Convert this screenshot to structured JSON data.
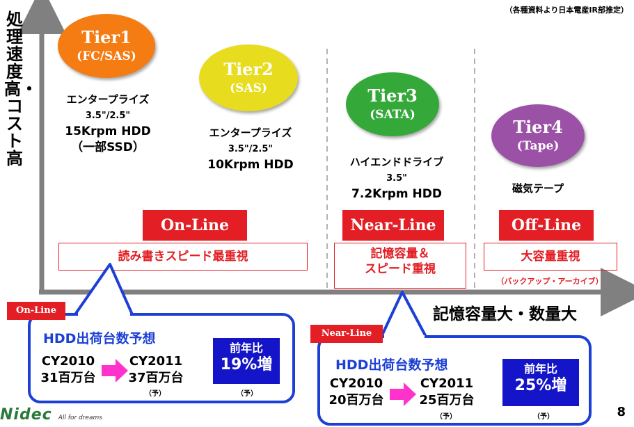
{
  "y_axis_label": "処理速度高・コスト高",
  "x_axis_label": "記憶容量大・数量大",
  "source_note": "（各種資料より日本電産IR部推定）",
  "tiers": [
    {
      "name": "Tier1",
      "sub": "(FC/SAS)",
      "color": "#f47c12"
    },
    {
      "name": "Tier2",
      "sub": "(SAS)",
      "color": "#e8dc1e"
    },
    {
      "name": "Tier3",
      "sub": "(SATA)",
      "color": "#34a93a"
    },
    {
      "name": "Tier4",
      "sub": "(Tape)",
      "color": "#9b52a6"
    }
  ],
  "tier_desc": {
    "t1": {
      "line1": "エンタープライズ",
      "line2": "3.5\"/2.5\"",
      "line3": "15Krpm HDD",
      "line4": "（一部SSD）"
    },
    "t2": {
      "line1": "エンタープライズ",
      "line2": "3.5\"/2.5\"",
      "line3": "10Krpm HDD"
    },
    "t3": {
      "line1": "ハイエンドドライブ",
      "line2": "3.5\"",
      "line3": "7.2Krpm HDD"
    },
    "t4": {
      "line1": "磁気テープ"
    }
  },
  "categories": {
    "online": {
      "label": "On-Line",
      "note": "読み書きスピード最重視"
    },
    "nearline": {
      "label": "Near-Line",
      "note1": "記憶容量＆",
      "note2": "スピード重視"
    },
    "offline": {
      "label": "Off-Line",
      "note": "大容量重視",
      "sub": "（バックアップ・アーカイブ）"
    }
  },
  "callouts": {
    "online": {
      "tag": "On-Line",
      "title": "HDD出荷台数予想",
      "from_year": "CY2010",
      "from_value": "31百万台",
      "to_year": "CY2011",
      "to_value": "37百万台",
      "yoy_label": "前年比",
      "yoy_value": "19%増",
      "forecast_mark": "（予）"
    },
    "nearline": {
      "tag": "Near-Line",
      "title": "HDD出荷台数予想",
      "from_year": "CY2010",
      "from_value": "20百万台",
      "to_year": "CY2011",
      "to_value": "25百万台",
      "yoy_label": "前年比",
      "yoy_value": "25%増",
      "forecast_mark": "（予）"
    }
  },
  "logo": {
    "brand": "Nidec",
    "tagline": "All for dreams"
  },
  "page_number": "8",
  "colors": {
    "axis": "#808080",
    "accent_red": "#e31e24",
    "callout_blue": "#1c3fd6",
    "yoy_blue": "#1414c8",
    "arrow_magenta": "#ff33cc"
  }
}
